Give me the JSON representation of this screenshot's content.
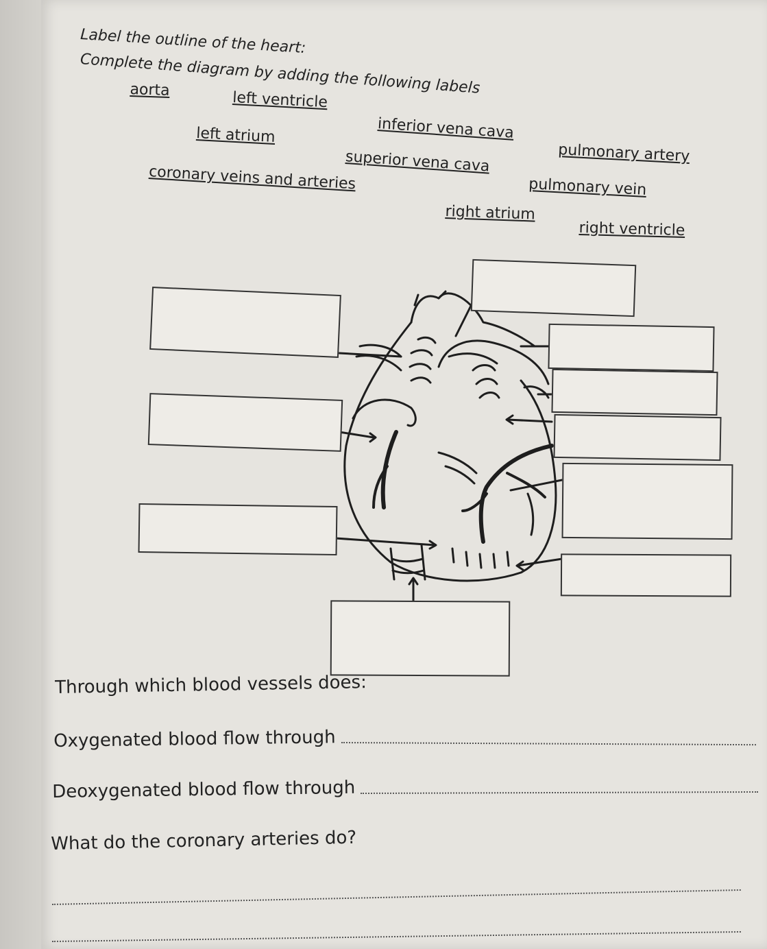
{
  "heading": {
    "title": "Label the outline of the heart:",
    "subtitle": "Complete the diagram by adding the following labels"
  },
  "word_bank": [
    "aorta",
    "left ventricle",
    "inferior vena cava",
    "pulmonary artery",
    "left atrium",
    "superior vena cava",
    "pulmonary vein",
    "coronary veins and arteries",
    "right atrium",
    "right ventricle"
  ],
  "questions": {
    "intro": "Through which blood vessels does:",
    "oxygenated": "Oxygenated blood flow through",
    "deoxygenated": "Deoxygenated blood flow through",
    "coronary": "What do the coronary arteries do?"
  }
}
